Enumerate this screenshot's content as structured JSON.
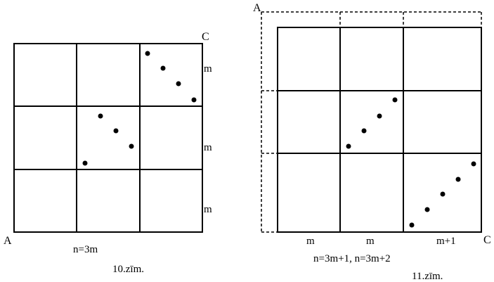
{
  "figure10": {
    "corner_top_right": "C",
    "corner_bottom_left": "A",
    "row_labels": [
      "m",
      "m",
      "m"
    ],
    "equation": "n=3m",
    "caption": "10.zīm."
  },
  "figure11": {
    "corner_top_left": "A",
    "corner_bottom_right": "C",
    "col_labels": [
      "m",
      "m",
      "m+1"
    ],
    "equation": "n=3m+1, n=3m+2",
    "caption": "11.zīm."
  }
}
